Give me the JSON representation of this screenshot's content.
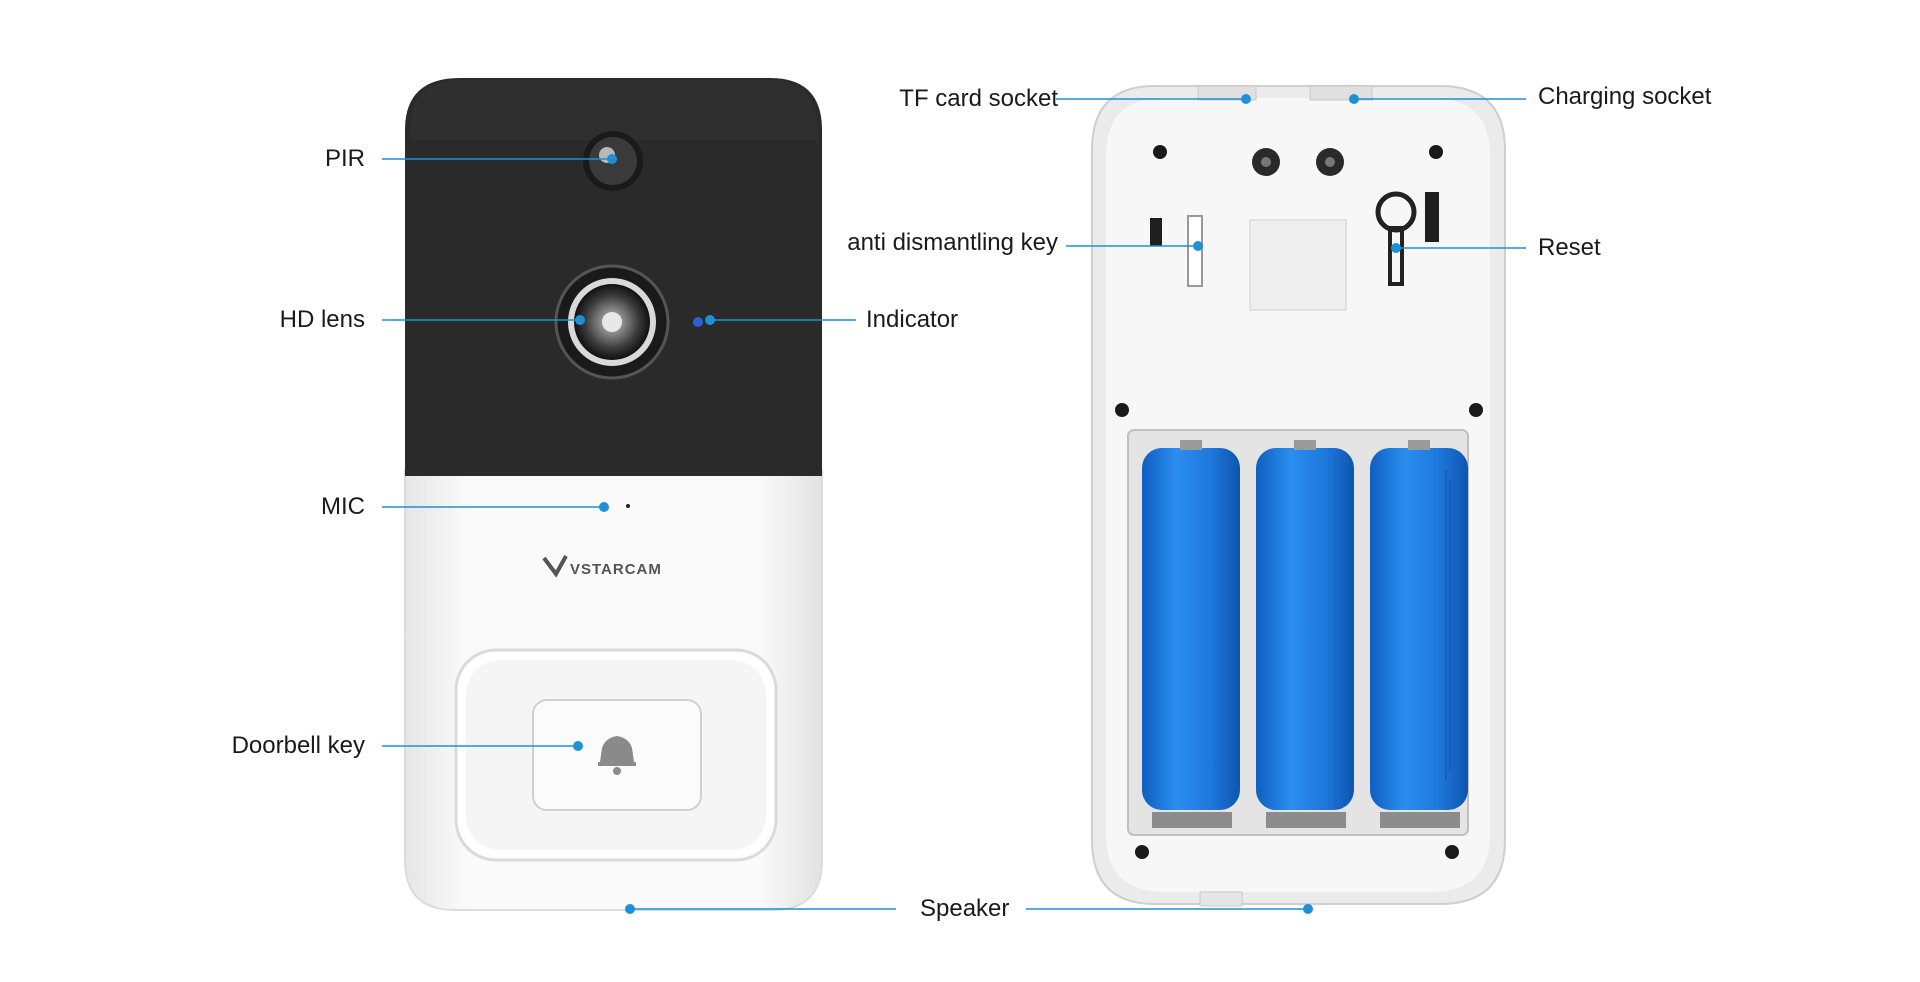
{
  "brand": "VSTARCAM",
  "labels": {
    "pir": "PIR",
    "hd_lens": "HD lens",
    "indicator": "Indicator",
    "mic": "MIC",
    "doorbell_key": "Doorbell key",
    "speaker": "Speaker",
    "tf_card_socket": "TF card socket",
    "charging_socket": "Charging socket",
    "anti_dismantling_key": "anti dismantling key",
    "reset": "Reset"
  },
  "colors": {
    "leader_line": "#1e90d6",
    "front_top": "#2b2b2b",
    "body_white": "#f4f4f4",
    "battery_blue": "#1f7ee0"
  }
}
